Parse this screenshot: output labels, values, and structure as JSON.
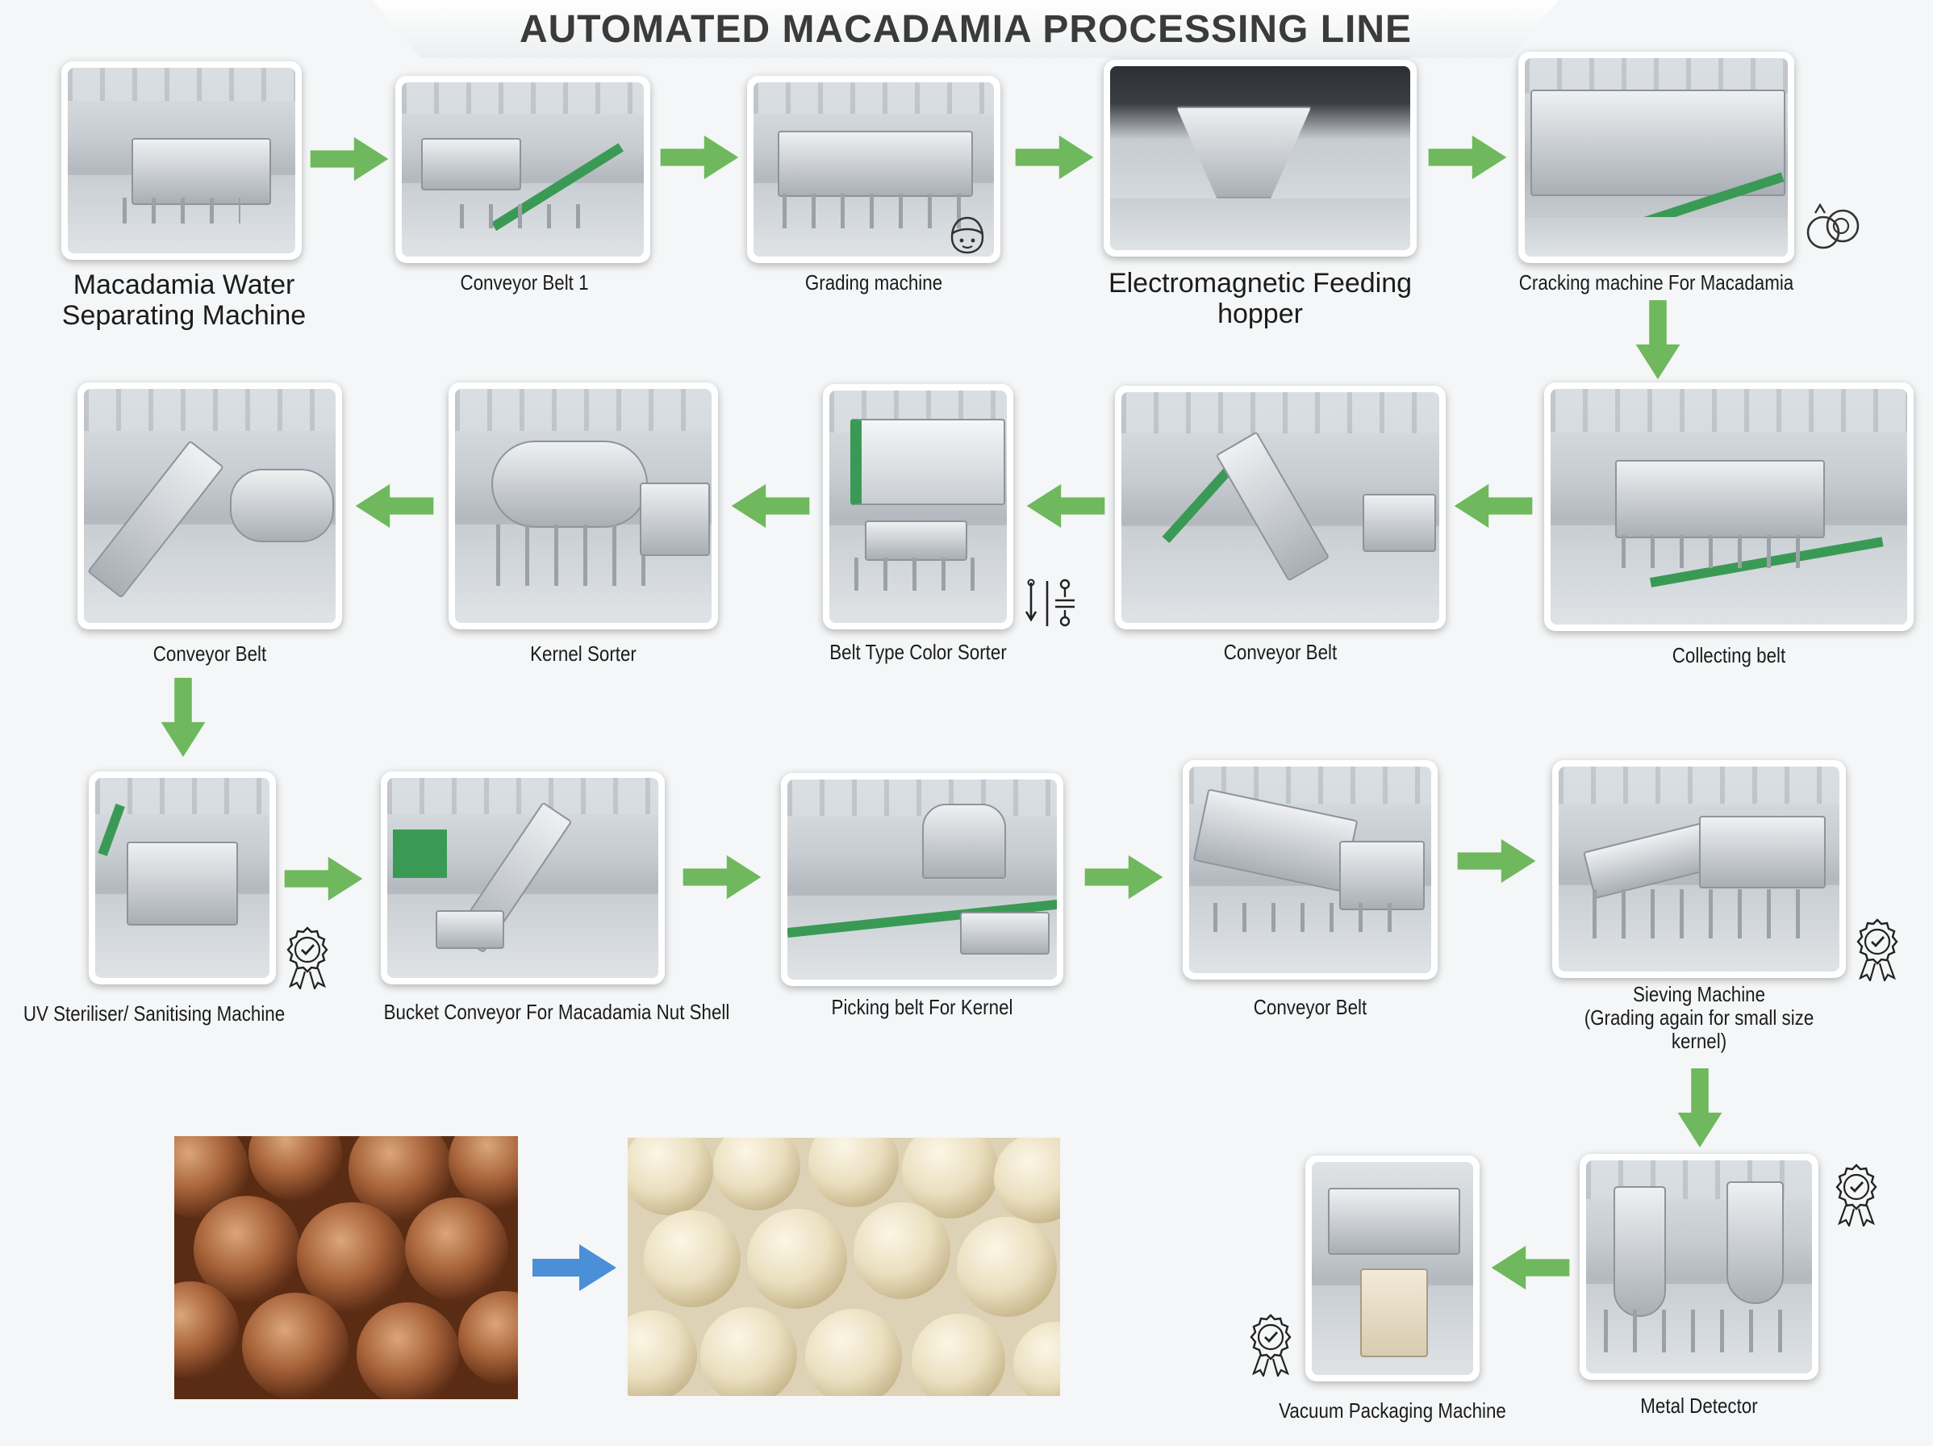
{
  "title": "AUTOMATED MACADAMIA PROCESSING LINE",
  "colors": {
    "arrow_green": "#6fb85d",
    "arrow_blue": "#4a8fd8",
    "belt_green": "#3a9a55",
    "title_text": "#3b3b3b",
    "background": "#f4f6f7"
  },
  "steps": [
    {
      "id": "water-separating-machine",
      "label": "Macadamia Water Separating Machine",
      "row": 1,
      "order": 1
    },
    {
      "id": "conveyor-belt-1",
      "label": "Conveyor Belt 1",
      "row": 1,
      "order": 2
    },
    {
      "id": "grading-machine",
      "label": "Grading machine",
      "row": 1,
      "order": 3
    },
    {
      "id": "electromagnetic-feeding-hopper",
      "label": "Electromagnetic Feeding hopper",
      "row": 1,
      "order": 4
    },
    {
      "id": "cracking-machine",
      "label": "Cracking machine For Macadamia",
      "row": 1,
      "order": 5
    },
    {
      "id": "collecting-belt",
      "label": "Collecting belt",
      "row": 2,
      "order": 6
    },
    {
      "id": "conveyor-belt-row2-a",
      "label": "Conveyor Belt",
      "row": 2,
      "order": 7
    },
    {
      "id": "belt-type-color-sorter",
      "label": "Belt Type Color Sorter",
      "row": 2,
      "order": 8
    },
    {
      "id": "kernel-sorter",
      "label": "Kernel Sorter",
      "row": 2,
      "order": 9
    },
    {
      "id": "conveyor-belt-row2-b",
      "label": "Conveyor Belt",
      "row": 2,
      "order": 10
    },
    {
      "id": "uv-steriliser",
      "label": "UV Steriliser/ Sanitising Machine",
      "row": 3,
      "order": 11
    },
    {
      "id": "bucket-conveyor",
      "label": "Bucket Conveyor For Macadamia Nut Shell",
      "row": 3,
      "order": 12
    },
    {
      "id": "picking-belt",
      "label": "Picking belt For Kernel",
      "row": 3,
      "order": 13
    },
    {
      "id": "conveyor-belt-row3",
      "label": "Conveyor Belt",
      "row": 3,
      "order": 14
    },
    {
      "id": "sieving-machine",
      "label": "Sieving Machine",
      "sublabel": "(Grading again for small size kernel)",
      "row": 3,
      "order": 15
    },
    {
      "id": "metal-detector",
      "label": "Metal Detector",
      "row": 4,
      "order": 16
    },
    {
      "id": "vacuum-packaging-machine",
      "label": "Vacuum Packaging Machine",
      "row": 4,
      "order": 17
    }
  ],
  "icons": {
    "nut_face": "nut-face-icon",
    "cracked_nut": "cracked-nut-icon",
    "sorter": "sorter-icon",
    "certificate": "certificate-badge-icon",
    "flow_arrow": "arrow-icon"
  },
  "products": {
    "raw": "macadamia-in-shell",
    "final": "macadamia-kernels"
  }
}
